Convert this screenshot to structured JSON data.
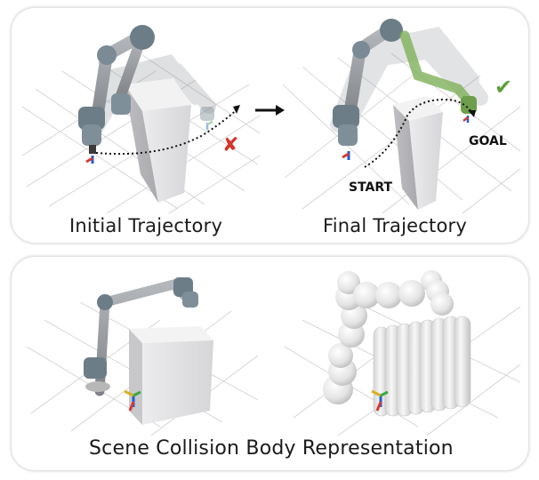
{
  "top_panel": {
    "left_caption": "Initial Trajectory",
    "right_caption": "Final Trajectory",
    "start_label": "START",
    "goal_label": "GOAL",
    "fail_mark": "✘",
    "success_mark": "✔",
    "colors": {
      "fail": "#d2362a",
      "success": "#5f9e3c",
      "robot": "#8f9296",
      "joint": "#6c7d88",
      "obstacle": "#d9d9db"
    }
  },
  "bottom_panel": {
    "caption": "Scene Collision Body Representation",
    "colors": {
      "sphere": "#e6e6e6",
      "box": "#dedede"
    }
  }
}
